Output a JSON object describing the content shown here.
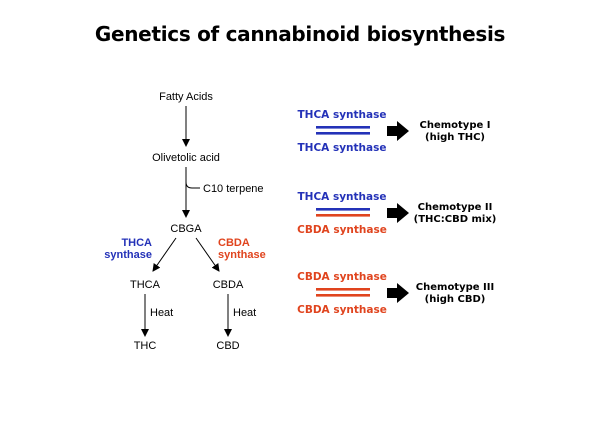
{
  "title": "Genetics of cannabinoid biosynthesis",
  "colors": {
    "thca": "#2432b8",
    "cbda": "#e0441e",
    "text": "#000000"
  },
  "pathway": {
    "fatty_acids": "Fatty Acids",
    "olivetolic_acid": "Olivetolic acid",
    "c10_terpene": "C10 terpene",
    "cbga": "CBGA",
    "thca_enzyme": {
      "line1": "THCA",
      "line2": "synthase"
    },
    "cbda_enzyme": {
      "line1": "CBDA",
      "line2": "synthase"
    },
    "thca": "THCA",
    "cbda": "CBDA",
    "heat_left": "Heat",
    "heat_right": "Heat",
    "thc": "THC",
    "cbd": "CBD"
  },
  "chemotypes": [
    {
      "top_gene": "THCA synthase",
      "top_color": "thca",
      "bottom_gene": "THCA synthase",
      "bottom_color": "thca",
      "name": "Chemotype I",
      "desc": "(high THC)"
    },
    {
      "top_gene": "THCA synthase",
      "top_color": "thca",
      "bottom_gene": "CBDA synthase",
      "bottom_color": "cbda",
      "name": "Chemotype II",
      "desc": "(THC:CBD mix)"
    },
    {
      "top_gene": "CBDA synthase",
      "top_color": "cbda",
      "bottom_gene": "CBDA synthase",
      "bottom_color": "cbda",
      "name": "Chemotype III",
      "desc": "(high CBD)"
    }
  ]
}
